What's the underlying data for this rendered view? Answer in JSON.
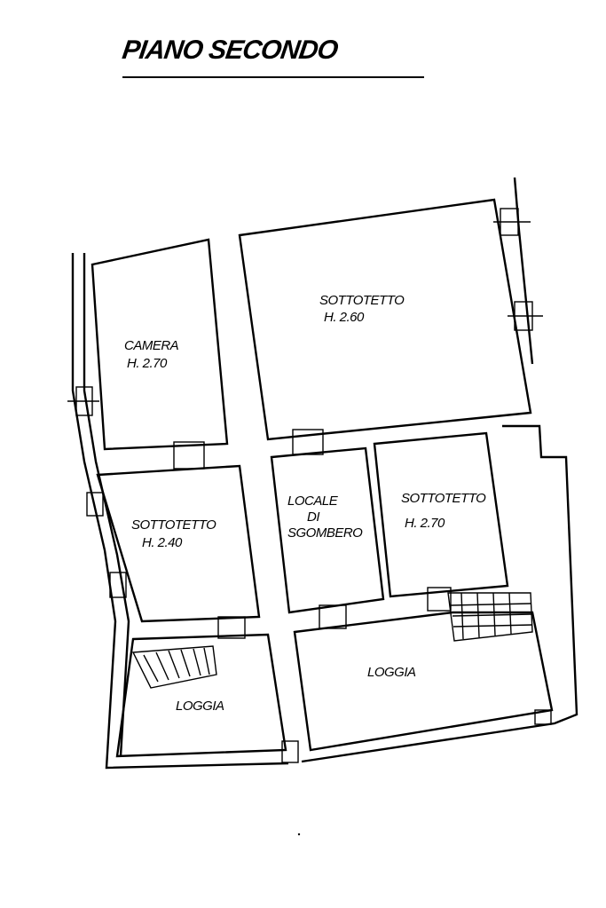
{
  "title": "PIANO SECONDO",
  "rooms": {
    "camera": {
      "name": "CAMERA",
      "height": "H. 2.70"
    },
    "sottotetto_large": {
      "name": "SOTTOTETTO",
      "height": "H. 2.60"
    },
    "sottotetto_left": {
      "name": "SOTTOTETTO",
      "height": "H. 2.40"
    },
    "locale": {
      "line1": "LOCALE",
      "line2": "DI",
      "line3": "SGOMBERO"
    },
    "sottotetto_right": {
      "name": "SOTTOTETTO",
      "height": "H. 2.70"
    },
    "loggia_left": {
      "name": "LOGGIA"
    },
    "loggia_right": {
      "name": "LOGGIA"
    }
  }
}
